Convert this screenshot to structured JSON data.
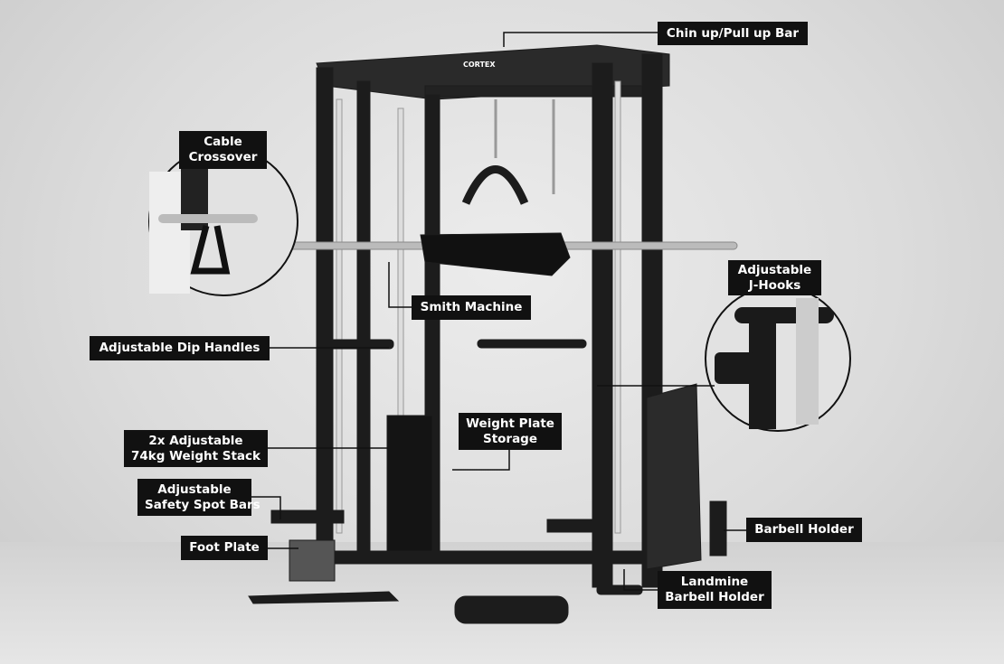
{
  "brand": "CORTEX",
  "labels": {
    "chin_up": "Chin up/Pull up Bar",
    "cable_crossover": [
      "Cable",
      "Crossover"
    ],
    "smith_machine": "Smith Machine",
    "dip_handles": "Adjustable Dip Handles",
    "j_hooks": [
      "Adjustable",
      "J-Hooks"
    ],
    "weight_plate_storage": [
      "Weight Plate",
      "Storage"
    ],
    "weight_stack": [
      "2x Adjustable",
      "74kg Weight Stack"
    ],
    "safety_spot_bars": [
      "Adjustable",
      "Safety Spot Bars"
    ],
    "foot_plate": "Foot Plate",
    "barbell_holder": "Barbell Holder",
    "landmine": [
      "Landmine",
      "Barbell Holder"
    ]
  },
  "colors": {
    "label_bg": "#111111",
    "label_text": "#ffffff",
    "frame": "#1c1c1c"
  }
}
